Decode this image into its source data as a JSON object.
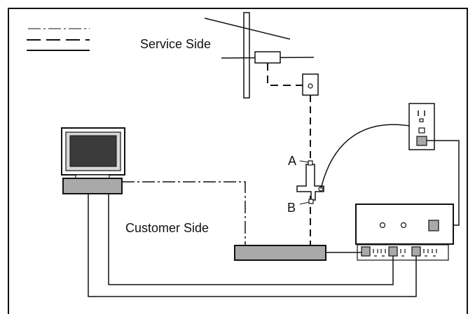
{
  "labels": {
    "service_side": "Service Side",
    "customer_side": "Customer Side",
    "point_a": "A",
    "point_b": "B"
  },
  "colors": {
    "line": "#111111",
    "device_gray": "#a9a9a9",
    "screen_dark": "#3b3b3b",
    "monitor_face": "#d7d7d7",
    "background": "#ffffff"
  },
  "icons": [
    "utility-pole-icon",
    "computer-monitor-icon",
    "wall-outlet-icon",
    "network-interface-device-icon",
    "power-strip-icon",
    "modem-icon",
    "splitter-icon"
  ]
}
